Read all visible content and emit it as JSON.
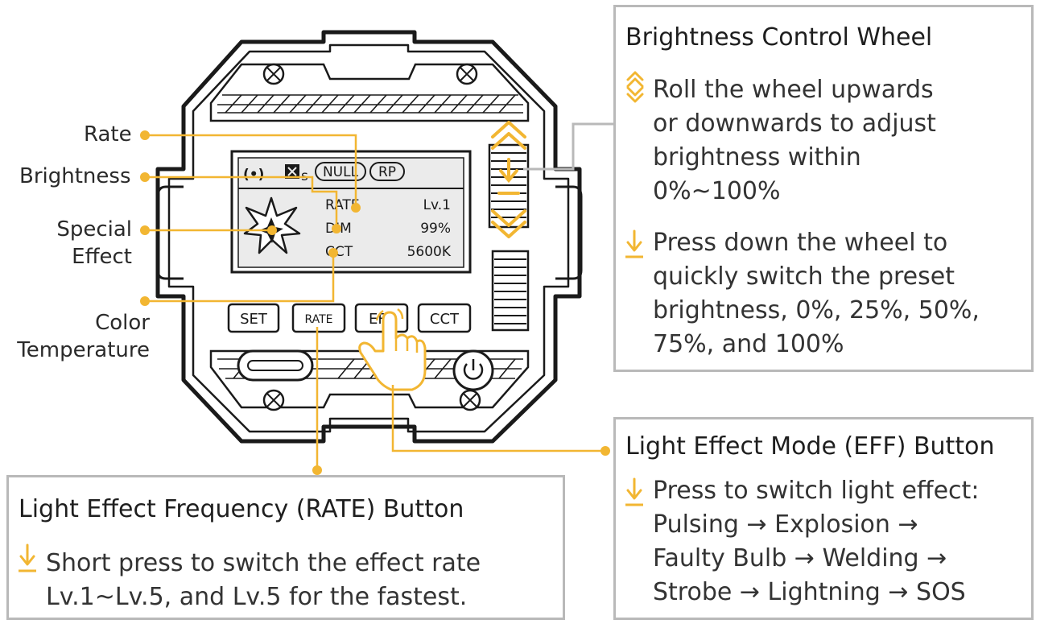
{
  "labels": {
    "rate": "Rate",
    "brightness": "Brightness",
    "special_effect_1": "Special",
    "special_effect_2": "Effect",
    "color_temp_1": "Color",
    "color_temp_2": "Temperature"
  },
  "lcd": {
    "top_icons": {
      "wireless": "(•)",
      "fan_sub": "s",
      "null_badge": "NULL",
      "rp_badge": "RP"
    },
    "rows": [
      {
        "key": "RATE",
        "value": "Lv.1"
      },
      {
        "key": "DIM",
        "value": "99%"
      },
      {
        "key": "CCT",
        "value": "5600K"
      }
    ]
  },
  "buttons": [
    "SET",
    "RATE",
    "EFF",
    "CCT"
  ],
  "brightness_box": {
    "title": "Brightness Control Wheel",
    "item1_lines": [
      "Roll the wheel upwards",
      "or downwards to adjust",
      "brightness within",
      "0%~100%"
    ],
    "item2_lines": [
      "Press down the wheel to",
      "quickly switch the preset",
      "brightness, 0%, 25%, 50%,",
      "75%, and 100%"
    ]
  },
  "eff_box": {
    "title": "Light Effect Mode (EFF) Button",
    "lines": [
      "Press to switch light effect:",
      "Pulsing → Explosion →",
      "Faulty Bulb → Welding →",
      "Strobe → Lightning → SOS"
    ]
  },
  "rate_box": {
    "title": "Light Effect Frequency (RATE) Button",
    "lines": [
      "Short press to switch the effect rate",
      "Lv.1~Lv.5, and Lv.5 for the fastest."
    ]
  },
  "colors": {
    "accent": "#f2b632",
    "box_border": "#b9b9b9",
    "lcd_bg": "#ebebeb"
  }
}
